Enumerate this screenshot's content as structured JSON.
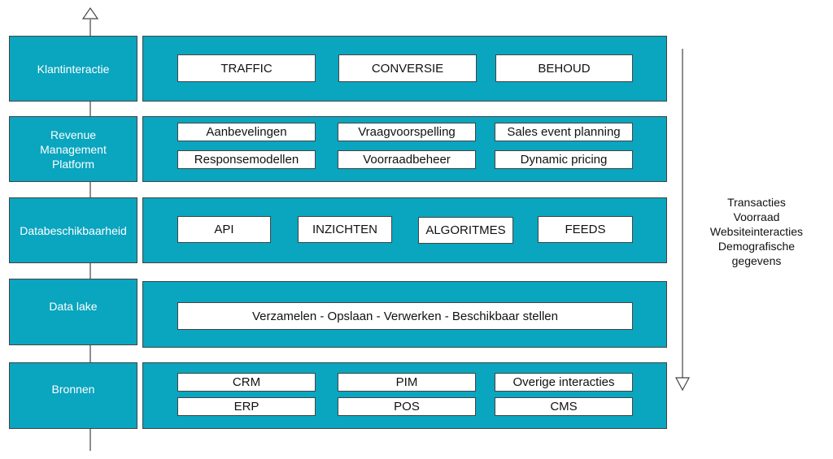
{
  "layers": [
    {
      "label": "Klantinteractie",
      "items": [
        "TRAFFIC",
        "CONVERSIE",
        "BEHOUD"
      ]
    },
    {
      "label": "Revenue Management Platform",
      "items": [
        "Aanbevelingen",
        "Vraagvoorspelling",
        "Sales event planning",
        "Responsemodellen",
        "Voorraadbeheer",
        "Dynamic pricing"
      ]
    },
    {
      "label": "Databeschikbaarheid",
      "items": [
        "API",
        "INZICHTEN",
        "ALGORITMES",
        "FEEDS"
      ]
    },
    {
      "label": "Data lake",
      "items": [
        "Verzamelen - Opslaan - Verwerken - Beschikbaar stellen"
      ]
    },
    {
      "label": "Bronnen",
      "items": [
        "CRM",
        "PIM",
        "Overige interacties",
        "ERP",
        "POS",
        "CMS"
      ]
    }
  ],
  "data_types": [
    "Transacties",
    "Voorraad",
    "Websiteinteracties",
    "Demografische",
    "gegevens"
  ],
  "colors": {
    "layer_fill": "#0aa5bf",
    "box_fill": "#ffffff",
    "line": "#444444"
  }
}
